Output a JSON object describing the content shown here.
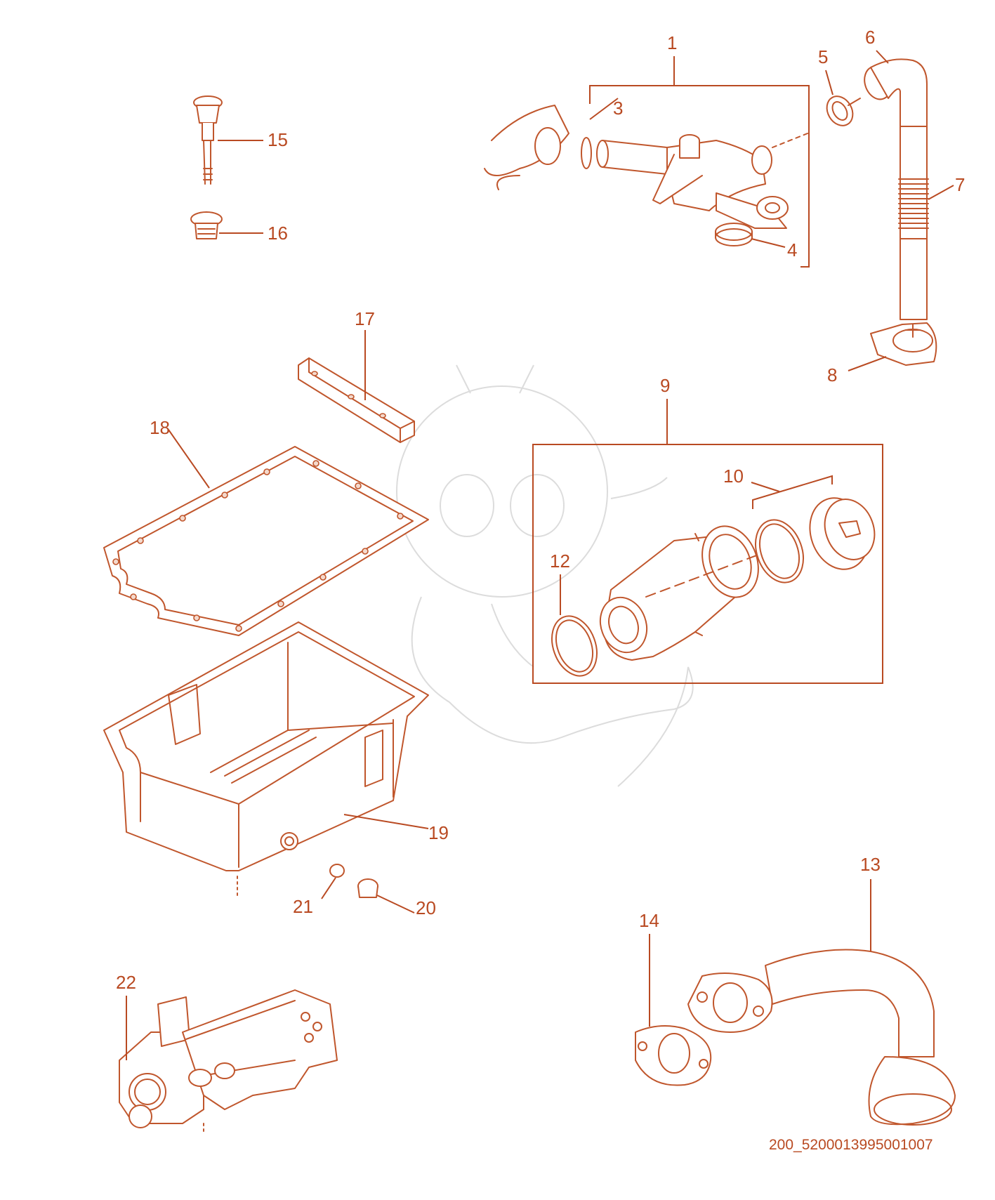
{
  "callouts": {
    "c1": "1",
    "c3": "3",
    "c4": "4",
    "c5": "5",
    "c6": "6",
    "c7": "7",
    "c8": "8",
    "c9": "9",
    "c10": "10",
    "c12": "12",
    "c13": "13",
    "c14": "14",
    "c15": "15",
    "c16": "16",
    "c17": "17",
    "c18": "18",
    "c19": "19",
    "c20": "20",
    "c21": "21",
    "c22": "22"
  },
  "reference_code": "200_5200013995001007",
  "colors": {
    "line": "#b94a22",
    "part": "#c0562c",
    "watermark": "#dcdcdc"
  }
}
